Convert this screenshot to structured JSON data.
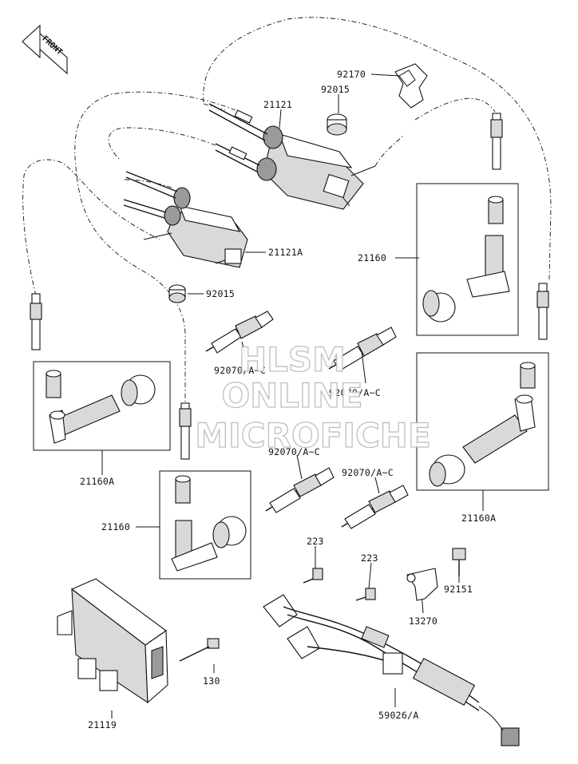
{
  "direction_badge": {
    "label": "FRONT",
    "icon": "front-arrow-icon"
  },
  "watermark": {
    "line1": "HLSM",
    "line2": "ONLINE",
    "line3": "MICROFICHE",
    "color": "#b9b9b9"
  },
  "callouts": {
    "c92170": "92170",
    "c92015_top": "92015",
    "c21121": "21121",
    "c21121A": "21121A",
    "c92015_mid": "92015",
    "c21160_right": "21160",
    "c92070_1": "92070/A~C",
    "c92070_2": "92070/A~C",
    "c92070_3": "92070/A~C",
    "c92070_4": "92070/A~C",
    "c21160A_left": "21160A",
    "c21160_left": "21160",
    "c21160A_right": "21160A",
    "c223_1": "223",
    "c223_2": "223",
    "c92151": "92151",
    "c13270": "13270",
    "c130": "130",
    "c21119": "21119",
    "c59026": "59026/A"
  }
}
